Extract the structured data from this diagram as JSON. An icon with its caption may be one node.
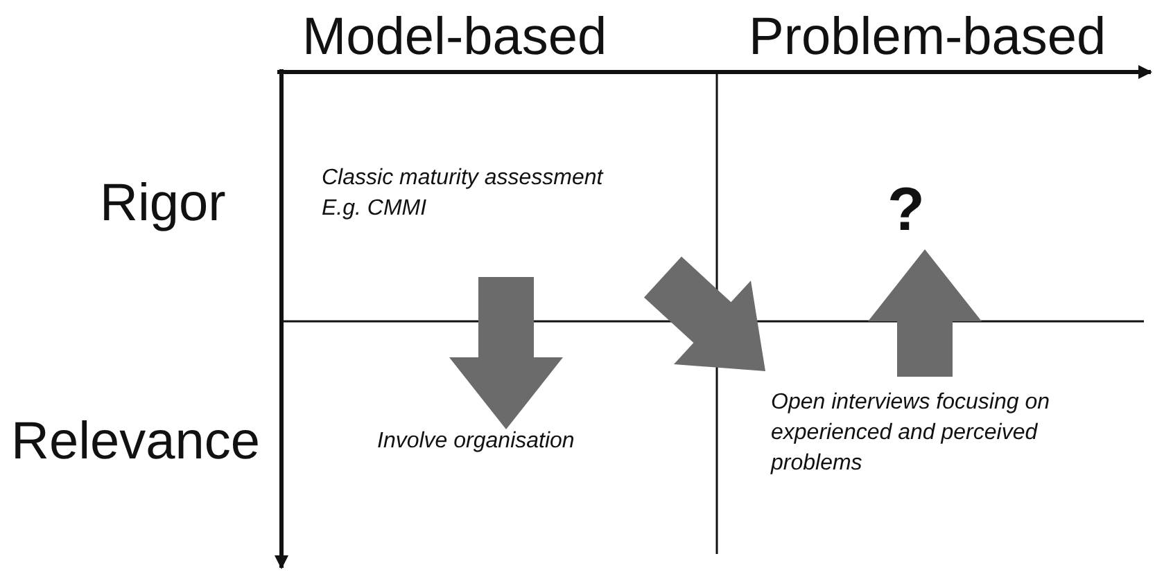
{
  "diagram": {
    "nodes": [
      {
        "text": [
          "Classic maturity assessment",
          "E.g. CMMI"
        ]
      },
      {
        "text": [
          "Involve organisation"
        ]
      },
      {
        "text": [
          "Open interviews focusing on experienced and perceived problems"
        ]
      },
      {
        "text": [
          "?"
        ]
      }
    ],
    "edges": [
      {
        "from": 0,
        "to": 1,
        "arrow": "to"
      },
      {
        "from": 0,
        "to": 2,
        "arrow": "to"
      },
      {
        "from": 2,
        "to": 3,
        "arrow": "to"
      }
    ],
    "labels": [
      "Model-based",
      "Problem-based",
      "Rigor",
      "Relevance"
    ]
  }
}
